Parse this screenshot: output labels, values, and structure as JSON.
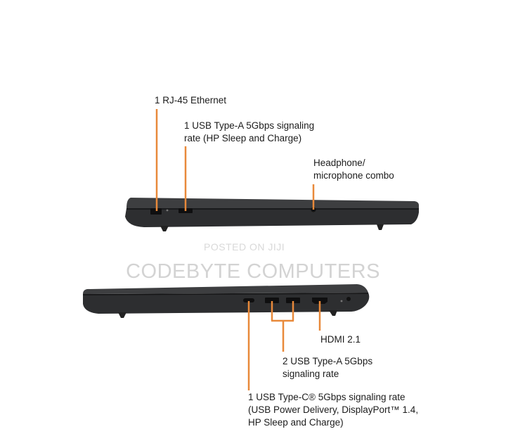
{
  "top_view": {
    "callouts": [
      {
        "id": "rj45",
        "text": "1 RJ-45 Ethernet"
      },
      {
        "id": "usba",
        "text": "1 USB Type-A 5Gbps signaling\nrate (HP Sleep and Charge)"
      },
      {
        "id": "audio",
        "text": "Headphone/\nmicrophone combo"
      }
    ]
  },
  "bottom_view": {
    "callouts": [
      {
        "id": "hdmi",
        "text": "HDMI 2.1"
      },
      {
        "id": "usba2",
        "text": "2 USB Type-A 5Gbps\nsignaling rate"
      },
      {
        "id": "usbc",
        "text": "1 USB Type-C® 5Gbps signaling rate\n(USB Power Delivery, DisplayPort™ 1.4,\nHP Sleep and Charge)"
      }
    ]
  },
  "watermark": {
    "line1": "POSTED ON JIJI",
    "line2": "CODEBYTE COMPUTERS"
  },
  "colors": {
    "callout_line": "#e8893a",
    "laptop_body": "#3a3b3d",
    "laptop_edge": "#242527"
  }
}
